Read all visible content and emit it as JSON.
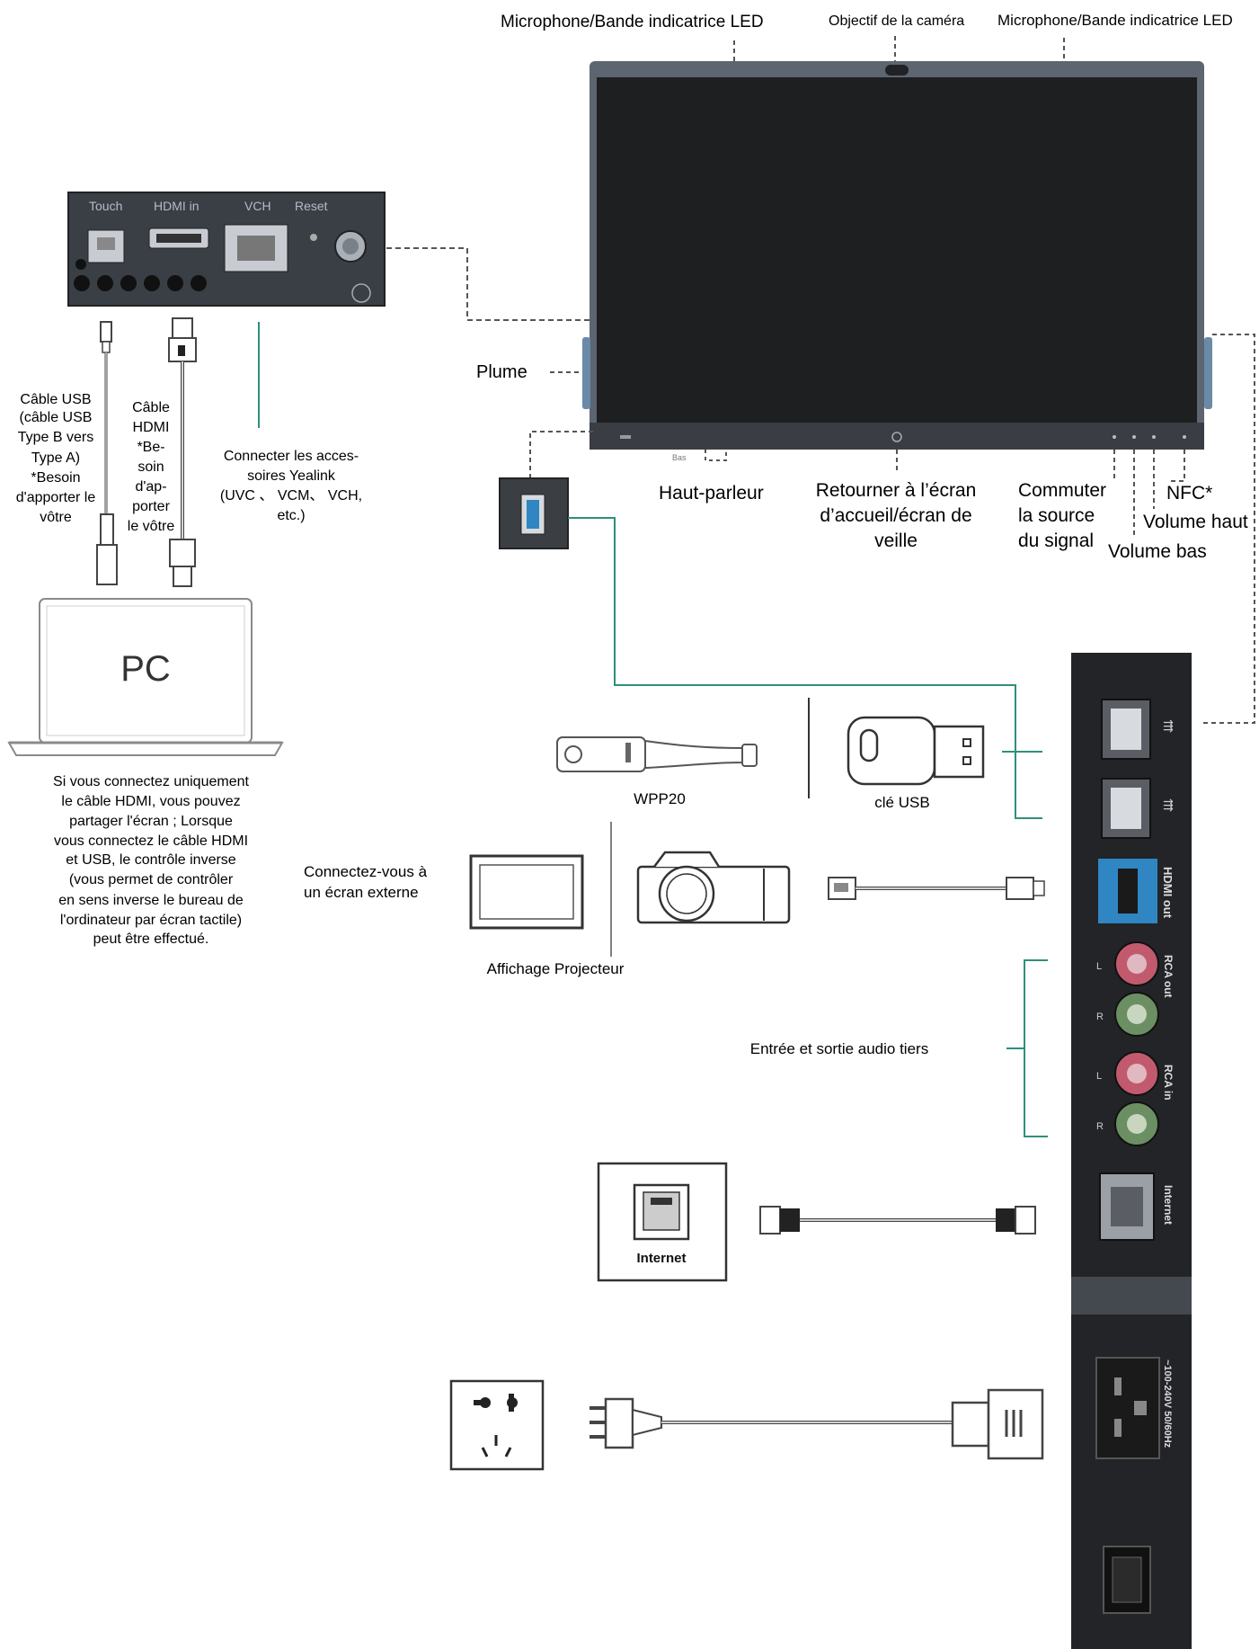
{
  "top_labels": {
    "mic_led_left": "Microphone/Bande indicatrice LED",
    "camera_lens": "Objectif de la caméra",
    "mic_led_right": "Microphone/Bande indicatrice LED"
  },
  "display_labels": {
    "pen": "Plume",
    "bas_small": "Bas",
    "speaker": "Haut-parleur",
    "home_line1": "Retourner à l’écran",
    "home_line2": "d’accueil/écran de",
    "home_line3": "veille",
    "source_line1": "Commuter",
    "source_line2": "la source",
    "source_line3": "du signal",
    "nfc": "NFC*",
    "volume_up": "Volume haut",
    "volume_down": "Volume bas"
  },
  "front_panel": {
    "touch": "Touch",
    "hdmi_in": "HDMI in",
    "vch": "VCH",
    "reset": "Reset"
  },
  "left_notes": {
    "usb_cable": [
      "Câble USB",
      "(câble USB",
      "Type B vers",
      "Type A)",
      "*Besoin",
      "d'apporter le",
      "vôtre"
    ],
    "hdmi_cable": [
      "Câble",
      "HDMI",
      "*Be-",
      "soin",
      "d'ap-",
      "porter",
      "le vôtre"
    ],
    "yealink": [
      "Connecter les acces-",
      "soires Yealink",
      "(UVC 、 VCM、 VCH,",
      "etc.)"
    ],
    "pc": "PC",
    "pc_note": [
      "Si vous connectez uniquement",
      "le câble HDMI, vous pouvez",
      "partager l'écran ; Lorsque",
      "vous connectez le câble HDMI",
      "et USB, le contrôle inverse",
      "(vous permet de contrôler",
      "en sens inverse le bureau de",
      "l'ordinateur par écran tactile)",
      "peut être effectué."
    ]
  },
  "middle_labels": {
    "wpp20": "WPP20",
    "usb_key": "clé USB",
    "external_screen_line1": "Connectez-vous à",
    "external_screen_line2": "un écran externe",
    "display_projector": "Affichage Projecteur",
    "audio": "Entrée et sortie audio tiers",
    "internet_icon": "Internet"
  },
  "back_panel": {
    "hdmi_out": "HDMI out",
    "rca_out": "RCA out",
    "rca_in": "RCA in",
    "internet": "Internet",
    "power": "~100-240V 50/60Hz",
    "left_channel": "L",
    "right_channel": "R"
  },
  "colors": {
    "teal": "#2f8f7a",
    "panel": "#222427",
    "screen": "#1e1f21",
    "hdmi_blue": "#2f86c2",
    "rca_red": "#c25a6e",
    "rca_green": "#6b8f62",
    "dash": "#555555"
  }
}
